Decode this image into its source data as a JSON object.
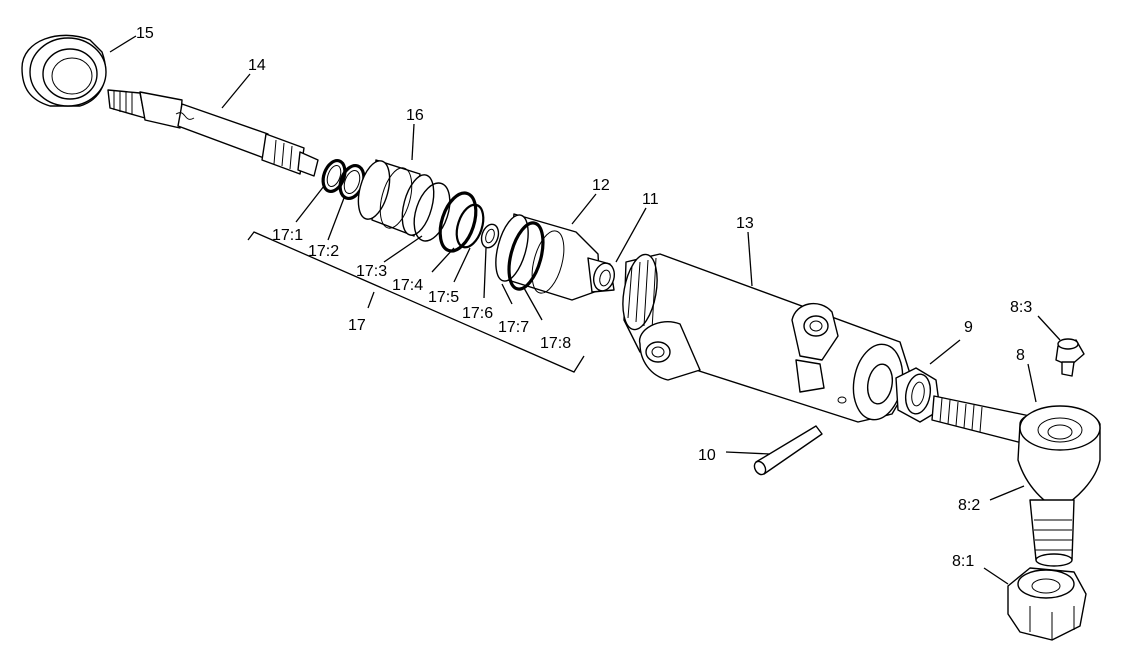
{
  "labels": {
    "p15": "15",
    "p14": "14",
    "p16": "16",
    "p12": "12",
    "p11": "11",
    "p13": "13",
    "p9": "9",
    "p8_3": "8:3",
    "p8": "8",
    "p10": "10",
    "p8_2": "8:2",
    "p8_1": "8:1",
    "p17_1": "17:1",
    "p17_2": "17:2",
    "p17_3": "17:3",
    "p17_4": "17:4",
    "p17_5": "17:5",
    "p17_6": "17:6",
    "p17_7": "17:7",
    "p17_8": "17:8",
    "p17": "17"
  }
}
